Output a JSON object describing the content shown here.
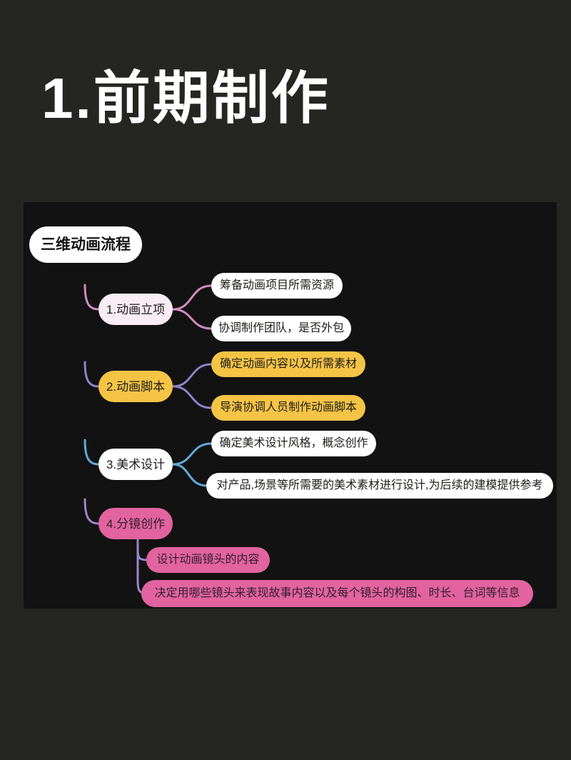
{
  "page": {
    "background": "#252622",
    "panel_background": "#121212",
    "title": "1.前期制作",
    "title_color": "#ffffff"
  },
  "mindmap": {
    "root": {
      "label": "三维动画流程",
      "node_color": "#ffffff",
      "text_color": "#151515"
    },
    "trunk_gradient": [
      "#d183be",
      "#9b86c9",
      "#64a9d9",
      "#29a6ab"
    ],
    "branches": [
      {
        "label": "1.动画立项",
        "node_color": "#f8ecf5",
        "text_color": "#1d1d1b",
        "line_color": "#d08cc0",
        "child_color": "#ffffff",
        "child_text_color": "#1d1d1b",
        "children": [
          "筹备动画项目所需资源",
          "协调制作团队，是否外包"
        ]
      },
      {
        "label": "2.动画脚本",
        "node_color": "#f5c445",
        "text_color": "#1d1d1b",
        "line_color": "#8d82c8",
        "child_color": "#f5c445",
        "child_text_color": "#1d1d1b",
        "children": [
          "确定动画内容以及所需素材",
          "导演协调人员制作动画脚本"
        ]
      },
      {
        "label": "3.美术设计",
        "node_color": "#ffffff",
        "text_color": "#1d1d1b",
        "line_color": "#64a9d9",
        "child_color": "#ffffff",
        "child_text_color": "#1d1d1b",
        "children": [
          "确定美术设计风格，概念创作",
          "对产品,场景等所需要的美术素材进行设计,为后续的建模提供参考"
        ]
      },
      {
        "label": "4.分镜创作",
        "node_color": "#e2639f",
        "text_color": "#33202b",
        "line_color": "#9b86c9",
        "child_color": "#e2639f",
        "child_text_color": "#33202b",
        "children": [
          "设计动画镜头的内容",
          "决定用哪些镜头来表现故事内容以及每个镜头的构图、时长、台词等信息"
        ]
      }
    ]
  }
}
